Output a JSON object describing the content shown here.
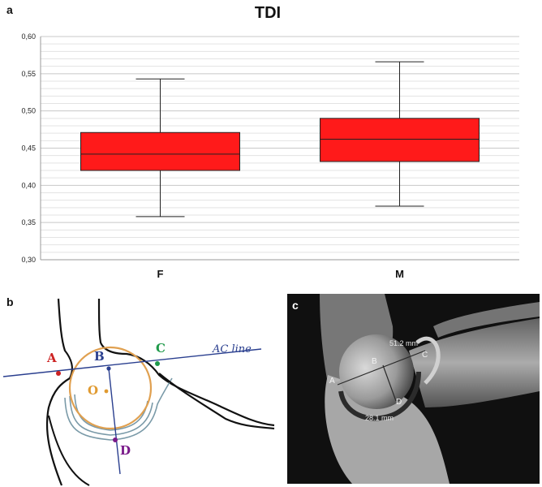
{
  "panels": {
    "a": "a",
    "b": "b",
    "c": "c"
  },
  "chart_data": {
    "type": "box",
    "title": "TDI",
    "xlabel": "",
    "ylabel": "",
    "ylim": [
      0.3,
      0.6
    ],
    "y_ticks": [
      "0,30",
      "0,35",
      "0,40",
      "0,45",
      "0,50",
      "0,55",
      "0,60"
    ],
    "y_tick_values": [
      0.3,
      0.35,
      0.4,
      0.45,
      0.5,
      0.55,
      0.6
    ],
    "grid": true,
    "box_color": "#ff1a1a",
    "categories": [
      "F",
      "M"
    ],
    "boxes": [
      {
        "category": "F",
        "min": 0.358,
        "q1": 0.42,
        "median": 0.442,
        "q3": 0.471,
        "max": 0.543
      },
      {
        "category": "M",
        "min": 0.372,
        "q1": 0.432,
        "median": 0.462,
        "q3": 0.49,
        "max": 0.566
      }
    ]
  },
  "schematic": {
    "points": {
      "A": "A",
      "B": "B",
      "C": "C",
      "D": "D",
      "O": "O"
    },
    "line_label": "AC line",
    "colors": {
      "A": "#cc2222",
      "B": "#2a3f8f",
      "C": "#1f9a4a",
      "D": "#7a1a8a",
      "O": "#e09a30"
    }
  },
  "xray": {
    "points": {
      "A": "A",
      "B": "B",
      "C": "C",
      "D": "D"
    },
    "measure_ac": "51.2 mm",
    "measure_bd": "28.1 mm"
  }
}
